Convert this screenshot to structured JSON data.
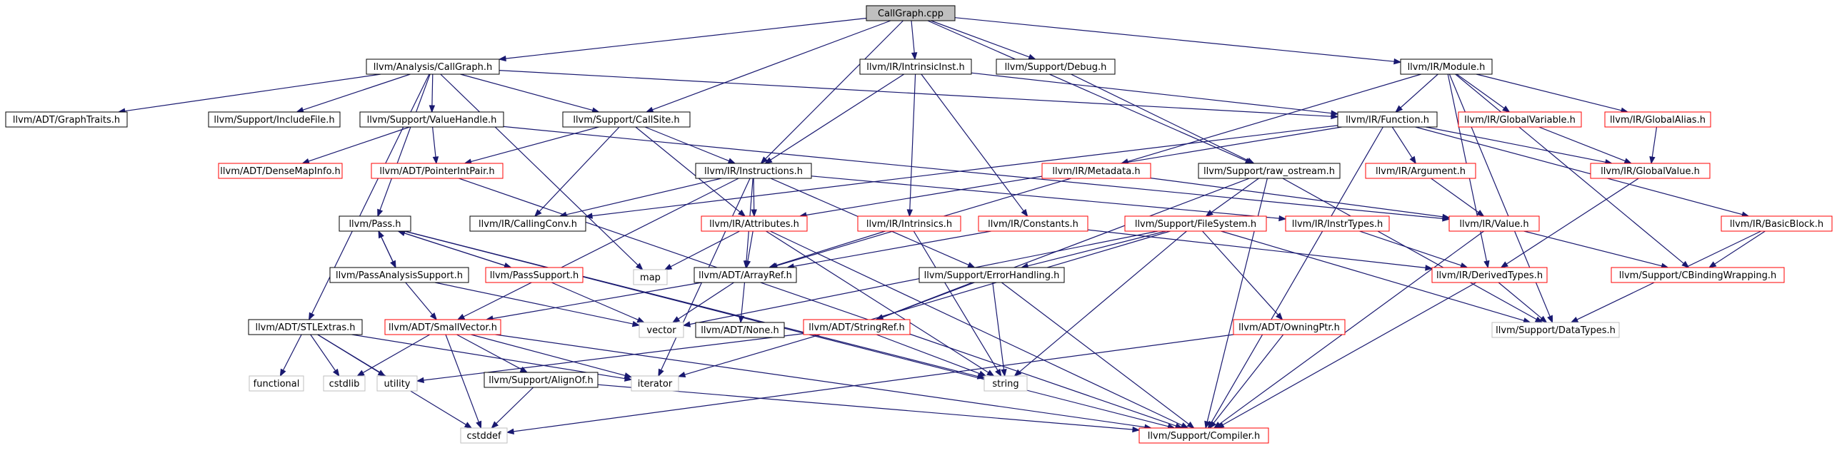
{
  "colors": {
    "edge": "#191970",
    "root_fill": "#bfbfbf",
    "documented_border": "#000000",
    "undocumented_border": "#ff0000",
    "external_border": "#bfbfbf",
    "node_fill": "#ffffff"
  },
  "nodes": [
    {
      "id": "callgraph_cpp",
      "label": "CallGraph.cpp",
      "kind": "root"
    },
    {
      "id": "analysis_callgraph",
      "label": "llvm/Analysis/CallGraph.h",
      "kind": "documented"
    },
    {
      "id": "ir_intrinsicinst",
      "label": "llvm/IR/IntrinsicInst.h",
      "kind": "documented"
    },
    {
      "id": "support_debug",
      "label": "llvm/Support/Debug.h",
      "kind": "documented"
    },
    {
      "id": "ir_module",
      "label": "llvm/IR/Module.h",
      "kind": "documented"
    },
    {
      "id": "adt_graphtraits",
      "label": "llvm/ADT/GraphTraits.h",
      "kind": "documented"
    },
    {
      "id": "support_includefile",
      "label": "llvm/Support/IncludeFile.h",
      "kind": "documented"
    },
    {
      "id": "support_valuehandle",
      "label": "llvm/Support/ValueHandle.h",
      "kind": "documented"
    },
    {
      "id": "support_callsite",
      "label": "llvm/Support/CallSite.h",
      "kind": "documented"
    },
    {
      "id": "ir_function",
      "label": "llvm/IR/Function.h",
      "kind": "documented"
    },
    {
      "id": "ir_globalvariable",
      "label": "llvm/IR/GlobalVariable.h",
      "kind": "undocumented"
    },
    {
      "id": "ir_globalalias",
      "label": "llvm/IR/GlobalAlias.h",
      "kind": "undocumented"
    },
    {
      "id": "adt_densemapinfo",
      "label": "llvm/ADT/DenseMapInfo.h",
      "kind": "undocumented"
    },
    {
      "id": "adt_pointerintpair",
      "label": "llvm/ADT/PointerIntPair.h",
      "kind": "undocumented"
    },
    {
      "id": "ir_instructions",
      "label": "llvm/IR/Instructions.h",
      "kind": "documented"
    },
    {
      "id": "ir_metadata",
      "label": "llvm/IR/Metadata.h",
      "kind": "undocumented"
    },
    {
      "id": "support_raw_ostream",
      "label": "llvm/Support/raw_ostream.h",
      "kind": "documented"
    },
    {
      "id": "ir_argument",
      "label": "llvm/IR/Argument.h",
      "kind": "undocumented"
    },
    {
      "id": "ir_globalvalue",
      "label": "llvm/IR/GlobalValue.h",
      "kind": "undocumented"
    },
    {
      "id": "pass",
      "label": "llvm/Pass.h",
      "kind": "documented"
    },
    {
      "id": "ir_callingconv",
      "label": "llvm/IR/CallingConv.h",
      "kind": "documented"
    },
    {
      "id": "ir_attributes",
      "label": "llvm/IR/Attributes.h",
      "kind": "undocumented"
    },
    {
      "id": "ir_intrinsics",
      "label": "llvm/IR/Intrinsics.h",
      "kind": "undocumented"
    },
    {
      "id": "ir_constants",
      "label": "llvm/IR/Constants.h",
      "kind": "undocumented"
    },
    {
      "id": "support_filesystem",
      "label": "llvm/Support/FileSystem.h",
      "kind": "undocumented"
    },
    {
      "id": "ir_instrtypes",
      "label": "llvm/IR/InstrTypes.h",
      "kind": "undocumented"
    },
    {
      "id": "ir_value",
      "label": "llvm/IR/Value.h",
      "kind": "undocumented"
    },
    {
      "id": "ir_basicblock",
      "label": "llvm/IR/BasicBlock.h",
      "kind": "undocumented"
    },
    {
      "id": "passanalysissupport",
      "label": "llvm/PassAnalysisSupport.h",
      "kind": "documented"
    },
    {
      "id": "passsupport",
      "label": "llvm/PassSupport.h",
      "kind": "undocumented"
    },
    {
      "id": "map",
      "label": "map",
      "kind": "external"
    },
    {
      "id": "adt_arrayref",
      "label": "llvm/ADT/ArrayRef.h",
      "kind": "documented"
    },
    {
      "id": "support_errorhandling",
      "label": "llvm/Support/ErrorHandling.h",
      "kind": "documented"
    },
    {
      "id": "ir_derivedtypes",
      "label": "llvm/IR/DerivedTypes.h",
      "kind": "undocumented"
    },
    {
      "id": "support_cbindingwrapping",
      "label": "llvm/Support/CBindingWrapping.h",
      "kind": "undocumented"
    },
    {
      "id": "adt_stlextras",
      "label": "llvm/ADT/STLExtras.h",
      "kind": "documented"
    },
    {
      "id": "adt_smallvector",
      "label": "llvm/ADT/SmallVector.h",
      "kind": "undocumented"
    },
    {
      "id": "vector",
      "label": "vector",
      "kind": "external"
    },
    {
      "id": "adt_none",
      "label": "llvm/ADT/None.h",
      "kind": "documented"
    },
    {
      "id": "adt_stringref",
      "label": "llvm/ADT/StringRef.h",
      "kind": "undocumented"
    },
    {
      "id": "adt_owningptr",
      "label": "llvm/ADT/OwningPtr.h",
      "kind": "undocumented"
    },
    {
      "id": "support_datatypes",
      "label": "llvm/Support/DataTypes.h",
      "kind": "external"
    },
    {
      "id": "functional",
      "label": "functional",
      "kind": "external"
    },
    {
      "id": "cstdlib",
      "label": "cstdlib",
      "kind": "external"
    },
    {
      "id": "utility",
      "label": "utility",
      "kind": "external"
    },
    {
      "id": "iterator",
      "label": "iterator",
      "kind": "external"
    },
    {
      "id": "support_alignof",
      "label": "llvm/Support/AlignOf.h",
      "kind": "documented"
    },
    {
      "id": "string",
      "label": "string",
      "kind": "external"
    },
    {
      "id": "cstddef",
      "label": "cstddef",
      "kind": "external"
    },
    {
      "id": "support_compiler",
      "label": "llvm/Support/Compiler.h",
      "kind": "undocumented"
    }
  ],
  "edges": [
    [
      "callgraph_cpp",
      "analysis_callgraph"
    ],
    [
      "callgraph_cpp",
      "ir_intrinsicinst"
    ],
    [
      "callgraph_cpp",
      "support_debug"
    ],
    [
      "callgraph_cpp",
      "ir_module"
    ],
    [
      "callgraph_cpp",
      "support_callsite"
    ],
    [
      "callgraph_cpp",
      "ir_instructions"
    ],
    [
      "callgraph_cpp",
      "support_raw_ostream"
    ],
    [
      "analysis_callgraph",
      "adt_graphtraits"
    ],
    [
      "analysis_callgraph",
      "support_includefile"
    ],
    [
      "analysis_callgraph",
      "support_valuehandle"
    ],
    [
      "analysis_callgraph",
      "support_callsite"
    ],
    [
      "analysis_callgraph",
      "ir_function"
    ],
    [
      "analysis_callgraph",
      "pass"
    ],
    [
      "analysis_callgraph",
      "adt_stlextras"
    ],
    [
      "analysis_callgraph",
      "map"
    ],
    [
      "ir_intrinsicinst",
      "ir_function"
    ],
    [
      "ir_intrinsicinst",
      "ir_instructions"
    ],
    [
      "ir_intrinsicinst",
      "ir_intrinsics"
    ],
    [
      "ir_intrinsicinst",
      "ir_constants"
    ],
    [
      "support_debug",
      "support_raw_ostream"
    ],
    [
      "ir_module",
      "ir_function"
    ],
    [
      "ir_module",
      "ir_globalvariable"
    ],
    [
      "ir_module",
      "ir_globalalias"
    ],
    [
      "ir_module",
      "ir_metadata"
    ],
    [
      "ir_module",
      "support_cbindingwrapping"
    ],
    [
      "ir_module",
      "support_datatypes"
    ],
    [
      "ir_module",
      "ir_derivedtypes"
    ],
    [
      "support_valuehandle",
      "adt_densemapinfo"
    ],
    [
      "support_valuehandle",
      "adt_pointerintpair"
    ],
    [
      "support_valuehandle",
      "ir_value"
    ],
    [
      "support_callsite",
      "adt_pointerintpair"
    ],
    [
      "support_callsite",
      "ir_instructions"
    ],
    [
      "support_callsite",
      "ir_callingconv"
    ],
    [
      "support_callsite",
      "ir_attributes"
    ],
    [
      "ir_function",
      "ir_argument"
    ],
    [
      "ir_function",
      "ir_globalvalue"
    ],
    [
      "ir_function",
      "ir_basicblock"
    ],
    [
      "ir_function",
      "ir_callingconv"
    ],
    [
      "ir_function",
      "ir_attributes"
    ],
    [
      "ir_function",
      "support_compiler"
    ],
    [
      "ir_globalvariable",
      "ir_globalvalue"
    ],
    [
      "ir_globalalias",
      "ir_globalvalue"
    ],
    [
      "adt_pointerintpair",
      "support_compiler"
    ],
    [
      "ir_instructions",
      "ir_attributes"
    ],
    [
      "ir_instructions",
      "ir_callingconv"
    ],
    [
      "ir_instructions",
      "adt_arrayref"
    ],
    [
      "ir_instructions",
      "support_errorhandling"
    ],
    [
      "ir_instructions",
      "ir_instrtypes"
    ],
    [
      "ir_instructions",
      "iterator"
    ],
    [
      "ir_instructions",
      "adt_smallvector"
    ],
    [
      "ir_metadata",
      "ir_value"
    ],
    [
      "ir_metadata",
      "adt_arrayref"
    ],
    [
      "support_raw_ostream",
      "support_filesystem"
    ],
    [
      "support_raw_ostream",
      "support_compiler"
    ],
    [
      "support_raw_ostream",
      "support_datatypes"
    ],
    [
      "support_raw_ostream",
      "adt_stringref"
    ],
    [
      "ir_argument",
      "ir_value"
    ],
    [
      "ir_globalvalue",
      "ir_derivedtypes"
    ],
    [
      "pass",
      "passanalysissupport"
    ],
    [
      "pass",
      "passsupport"
    ],
    [
      "pass",
      "string"
    ],
    [
      "pass",
      "support_compiler"
    ],
    [
      "ir_attributes",
      "adt_arrayref"
    ],
    [
      "ir_attributes",
      "map"
    ],
    [
      "ir_attributes",
      "string"
    ],
    [
      "ir_attributes",
      "support_compiler"
    ],
    [
      "ir_intrinsics",
      "adt_arrayref"
    ],
    [
      "ir_intrinsics",
      "string"
    ],
    [
      "ir_constants",
      "adt_arrayref"
    ],
    [
      "ir_constants",
      "ir_derivedtypes"
    ],
    [
      "support_filesystem",
      "support_errorhandling"
    ],
    [
      "support_filesystem",
      "adt_owningptr"
    ],
    [
      "support_filesystem",
      "support_datatypes"
    ],
    [
      "support_filesystem",
      "string"
    ],
    [
      "support_filesystem",
      "vector"
    ],
    [
      "support_filesystem",
      "iterator"
    ],
    [
      "ir_instrtypes",
      "ir_derivedtypes"
    ],
    [
      "ir_value",
      "support_cbindingwrapping"
    ],
    [
      "ir_value",
      "support_compiler"
    ],
    [
      "ir_basicblock",
      "support_cbindingwrapping"
    ],
    [
      "ir_basicblock",
      "support_datatypes"
    ],
    [
      "passanalysissupport",
      "pass"
    ],
    [
      "passanalysissupport",
      "adt_smallvector"
    ],
    [
      "passanalysissupport",
      "vector"
    ],
    [
      "passsupport",
      "pass"
    ],
    [
      "passsupport",
      "vector"
    ],
    [
      "adt_arrayref",
      "adt_none"
    ],
    [
      "adt_arrayref",
      "adt_smallvector"
    ],
    [
      "adt_arrayref",
      "vector"
    ],
    [
      "support_errorhandling",
      "adt_stringref"
    ],
    [
      "support_errorhandling",
      "string"
    ],
    [
      "support_errorhandling",
      "support_compiler"
    ],
    [
      "ir_derivedtypes",
      "support_datatypes"
    ],
    [
      "ir_derivedtypes",
      "support_compiler"
    ],
    [
      "adt_stlextras",
      "functional"
    ],
    [
      "adt_stlextras",
      "cstdlib"
    ],
    [
      "adt_stlextras",
      "utility"
    ],
    [
      "adt_stlextras",
      "iterator"
    ],
    [
      "adt_stlextras",
      "cstddef"
    ],
    [
      "adt_smallvector",
      "support_alignof"
    ],
    [
      "adt_smallvector",
      "cstddef"
    ],
    [
      "adt_smallvector",
      "cstdlib"
    ],
    [
      "adt_smallvector",
      "iterator"
    ],
    [
      "adt_smallvector",
      "support_compiler"
    ],
    [
      "adt_stringref",
      "utility"
    ],
    [
      "adt_stringref",
      "string"
    ],
    [
      "adt_owningptr",
      "support_compiler"
    ],
    [
      "adt_owningptr",
      "cstddef"
    ],
    [
      "support_alignof",
      "support_compiler"
    ],
    [
      "support_alignof",
      "cstddef"
    ]
  ]
}
